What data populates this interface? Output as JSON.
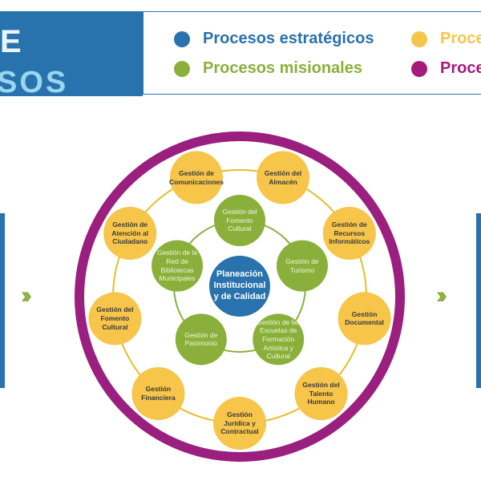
{
  "header": {
    "title_line1": "E",
    "title_line2": "SOS"
  },
  "legend": [
    {
      "label": "Procesos estratégicos",
      "color": "#2872ad"
    },
    {
      "label": "Procesos misionales",
      "color": "#8ab03b"
    },
    {
      "label": "Proces",
      "color": "#f6c54a"
    },
    {
      "label": "Proces",
      "color": "#a61a7d"
    }
  ],
  "colors": {
    "ring_outer": "#9a1f7f",
    "orbit_line": "#e7bd2a",
    "inner_orbit": "#8ab03b",
    "strategic": "#2872ad",
    "missional": "#8ab03b",
    "support": "#f6c54a",
    "arrow": "#8ab03b"
  },
  "diagram": {
    "center": {
      "label": "Planeación Institucional y de Calidad",
      "kind": "strategic"
    },
    "inner": [
      {
        "label": "Gestión del Fomento Cultural",
        "kind": "missional"
      },
      {
        "label": "Gestión de Turismo",
        "kind": "missional"
      },
      {
        "label": "Gestión de las Escuelas de Formación Artística y Cultural",
        "kind": "missional"
      },
      {
        "label": "Gestión de Patrimonio",
        "kind": "missional"
      },
      {
        "label": "Gestión de la Red de Bibliotecas Municipales",
        "kind": "missional"
      }
    ],
    "outer": [
      {
        "label": "Gestión del Almacén",
        "kind": "support"
      },
      {
        "label": "Gestión de Recursos Informáticos",
        "kind": "support"
      },
      {
        "label": "Gestión Documental",
        "kind": "support"
      },
      {
        "label": "Gestión del Talento Humano",
        "kind": "support"
      },
      {
        "label": "Gestión Jurídica y Contractual",
        "kind": "support"
      },
      {
        "label": "Gestión Financiera",
        "kind": "support"
      },
      {
        "label": "Gestión del Fomento Cultural",
        "kind": "support"
      },
      {
        "label": "Gestión de Atención al Ciudadano",
        "kind": "support"
      },
      {
        "label": "Gestión de Comunicaciones",
        "kind": "support"
      }
    ]
  },
  "arrows": {
    "left": "››",
    "right": "››"
  }
}
